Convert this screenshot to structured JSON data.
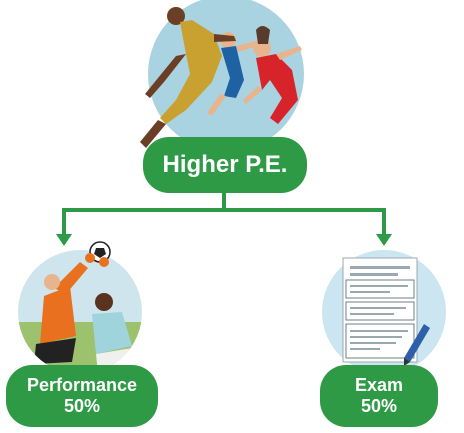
{
  "top_node": {
    "label": "Higher P.E.",
    "image": "dancers-illustration"
  },
  "left_node": {
    "title": "Performance",
    "percent": "50%",
    "image": "football-players-illustration"
  },
  "right_node": {
    "title": "Exam",
    "percent": "50%",
    "image": "exam-paper-pen-illustration"
  },
  "colors": {
    "box_green": "#2e9a46",
    "connector_green": "#2e9a46",
    "circle_blue": "#a9d3e0",
    "circle_light": "#cbe6f0",
    "text_white": "#ffffff"
  }
}
